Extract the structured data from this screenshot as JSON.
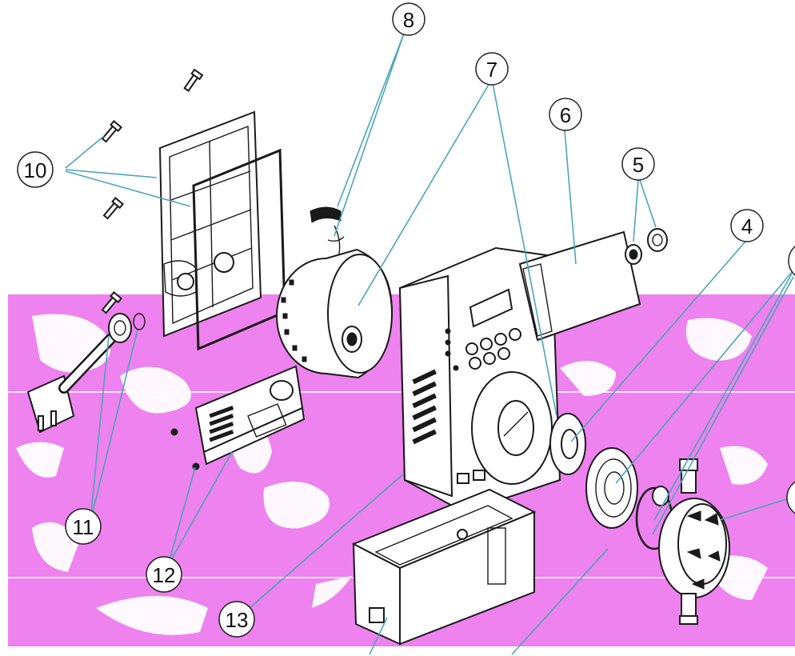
{
  "diagram": {
    "background_band_color": "#ee82ee",
    "scribble_color": "#ffffff",
    "leader_color": "#4aa6b8",
    "callouts": [
      {
        "id": "c8",
        "label": "8"
      },
      {
        "id": "c7",
        "label": "7"
      },
      {
        "id": "c6",
        "label": "6"
      },
      {
        "id": "c5",
        "label": "5"
      },
      {
        "id": "c4",
        "label": "4"
      },
      {
        "id": "c10",
        "label": "10"
      },
      {
        "id": "c11",
        "label": "11"
      },
      {
        "id": "c12",
        "label": "12"
      },
      {
        "id": "c13",
        "label": "13"
      }
    ],
    "parts": [
      "rear-cover-frame",
      "cover-gasket",
      "screws",
      "power-cable-plug",
      "gland-ring",
      "control-pcb",
      "solenoid-magnet",
      "cable-clip",
      "pump-housing",
      "front-label-panel",
      "knob-set",
      "diaphragm-ring",
      "diaphragm",
      "o-ring",
      "pump-head",
      "mounting-base"
    ]
  }
}
